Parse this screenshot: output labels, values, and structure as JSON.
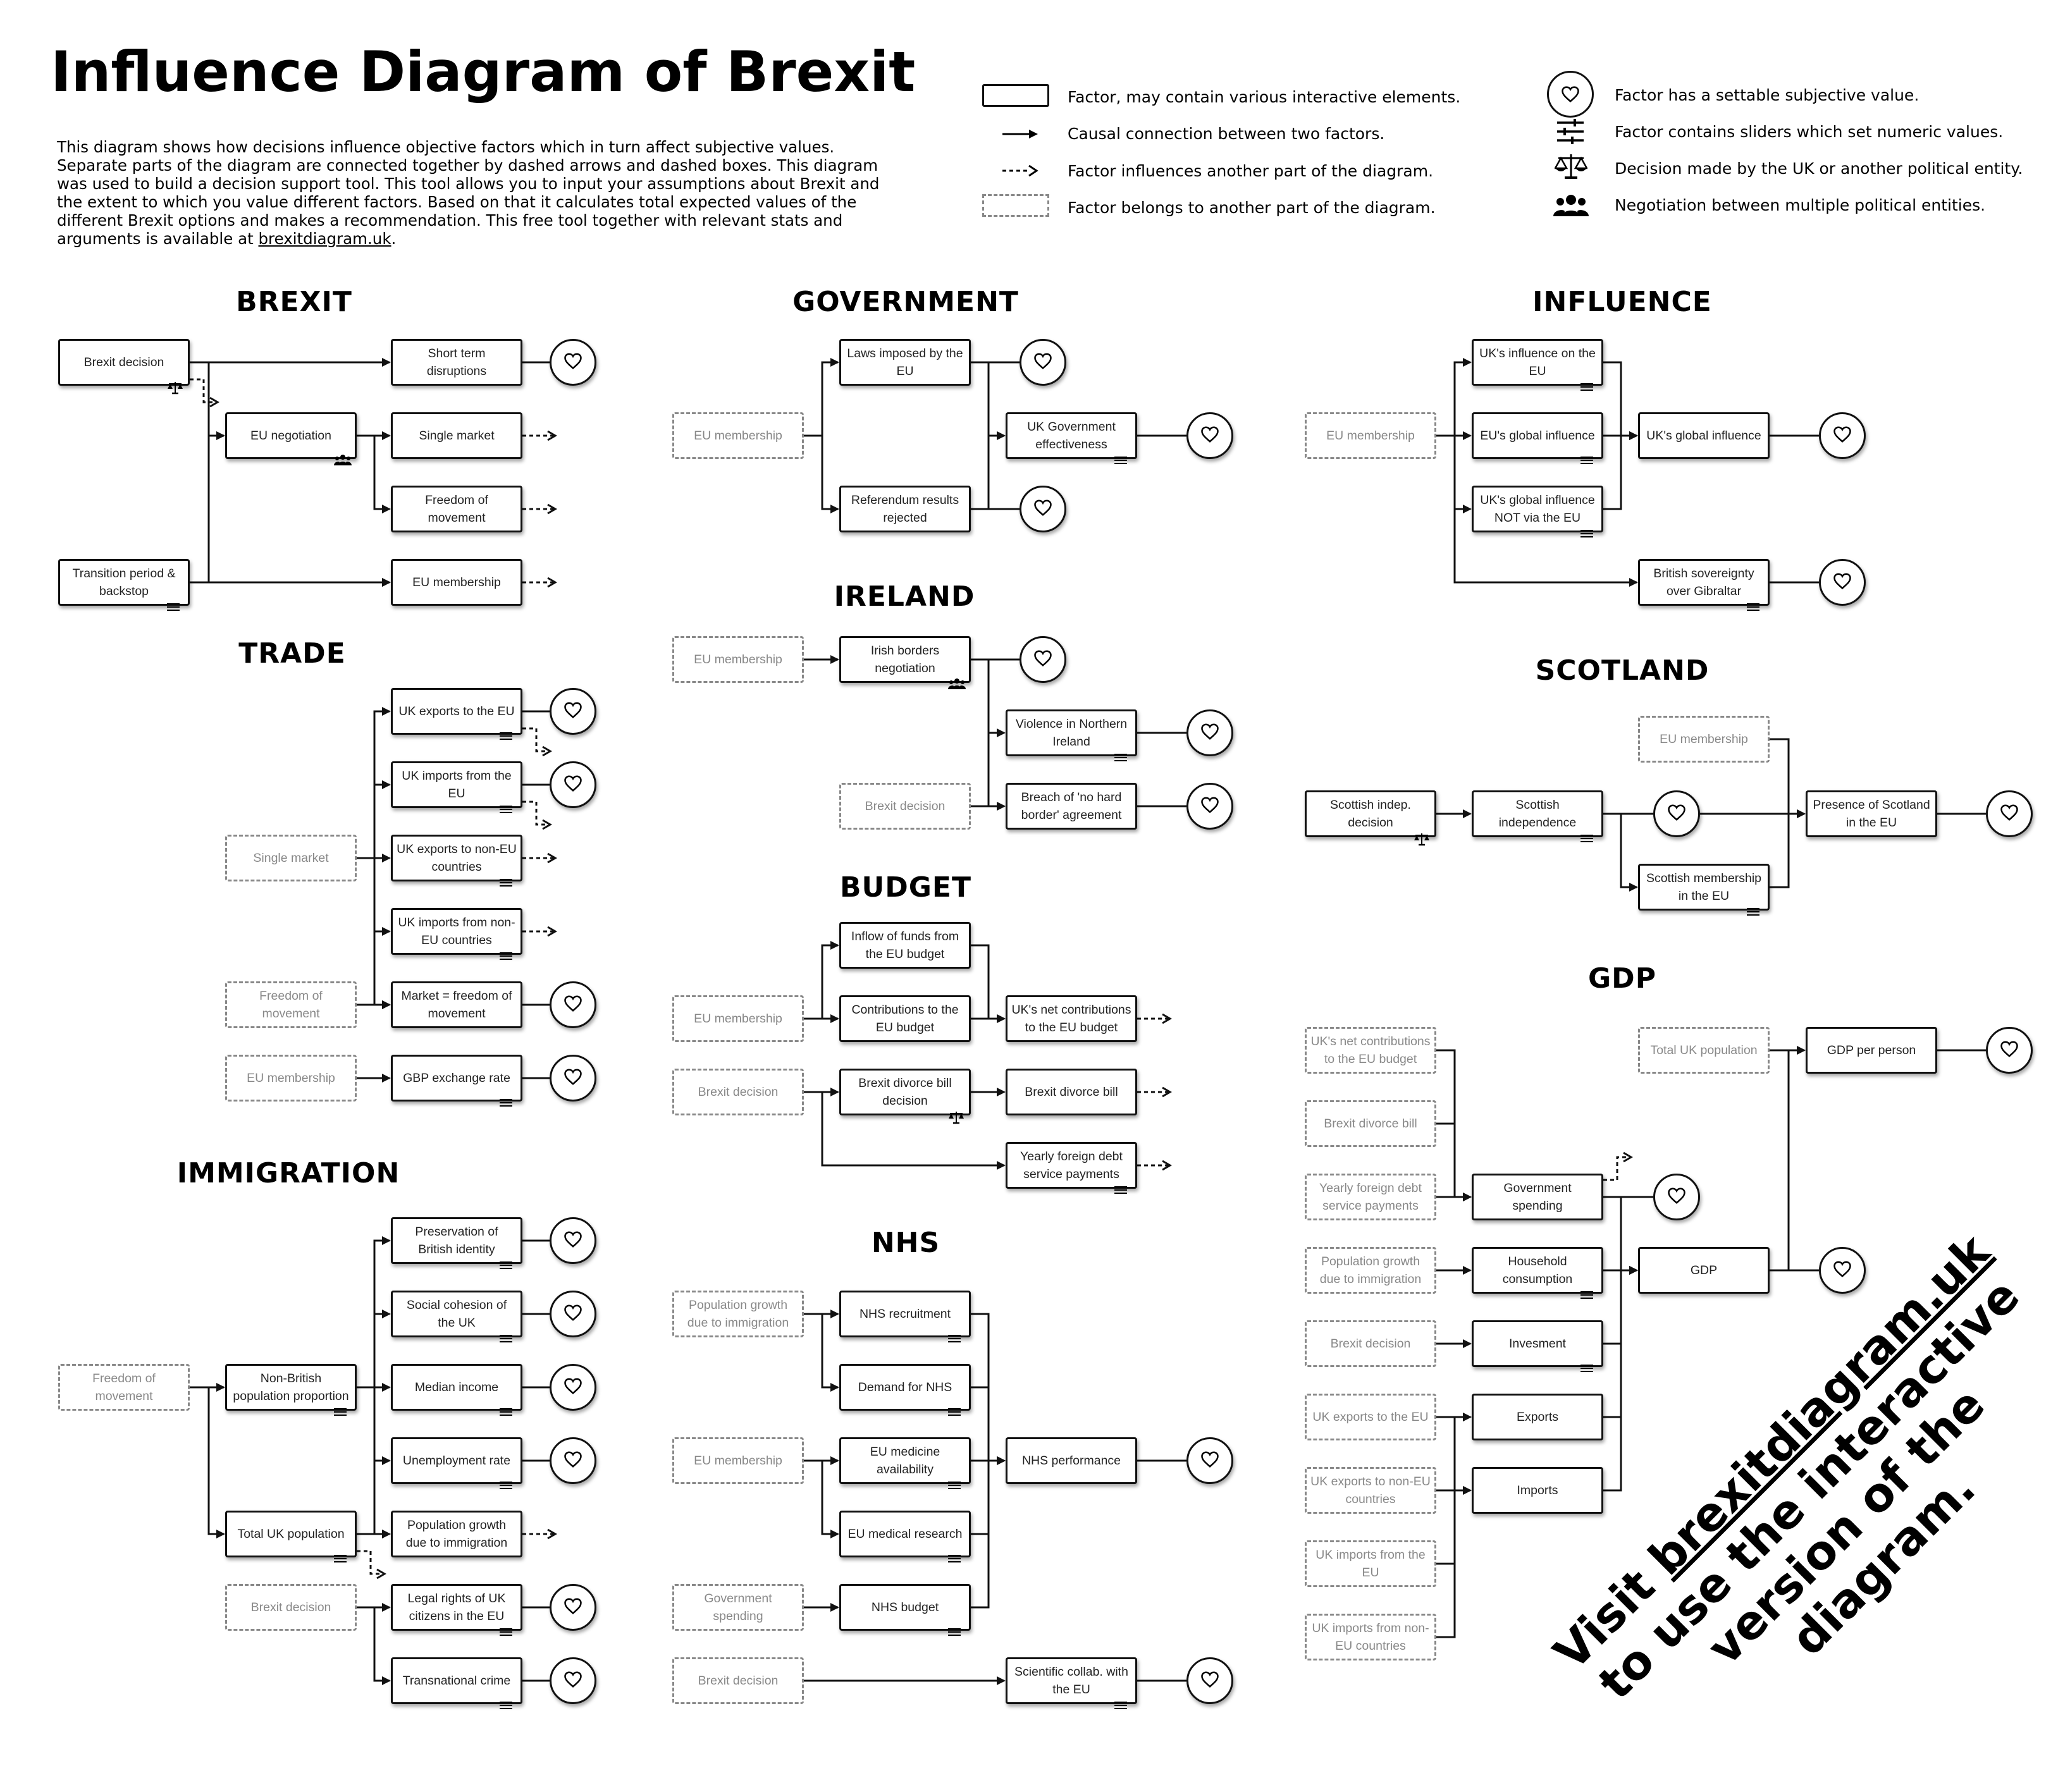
{
  "title": "Influence Diagram of Brexit",
  "intro": {
    "text": "This diagram shows how decisions influence objective factors which in turn affect subjective values. Separate parts of the diagram are connected together by dashed arrows and dashed boxes. This diagram was used to build a decision support tool. This tool allows you to input your assumptions about Brexit and the extent to which you value different factors. Based on that it calculates total expected values of the different Brexit options and makes a recommendation. This free tool together with relevant stats and arguments is available at ",
    "link": "brexitdiagram.uk",
    "end": "."
  },
  "legend": {
    "factor": "Factor, may contain various interactive elements.",
    "causal": "Causal connection between two factors.",
    "influences": "Factor influences another part of the diagram.",
    "belongs": "Factor belongs to another part of the diagram.",
    "value": "Factor has a settable subjective value.",
    "sliders": "Factor contains sliders which set numeric values.",
    "decision": "Decision made by the UK or another political entity.",
    "negotiation": "Negotiation between multiple political entities."
  },
  "sections": {
    "brexit": "BREXIT",
    "government": "GOVERNMENT",
    "influence": "INFLUENCE",
    "trade": "TRADE",
    "ireland": "IRELAND",
    "scotland": "SCOTLAND",
    "budget": "BUDGET",
    "gdp": "GDP",
    "immigration": "IMMIGRATION",
    "nhs": "NHS"
  },
  "nodes": {
    "b_decision": "Brexit decision",
    "b_short": "Short term disruptions",
    "b_negotiation": "EU negotiation",
    "b_single": "Single market",
    "b_freedom": "Freedom of movement",
    "b_transition": "Transition period & backstop",
    "b_eumem": "EU membership",
    "g_eumem": "EU membership",
    "g_laws": "Laws imposed by the EU",
    "g_effect": "UK Government effectiveness",
    "g_referendum": "Referendum results rejected",
    "i_eumem": "EU membership",
    "i_ukinf": "UK's influence on the EU",
    "i_euglobal": "EU's global influence",
    "i_ukglobal": "UK's global influence",
    "i_notvia": "UK's global influence NOT via the EU",
    "i_gibraltar": "British sovereignty over Gibraltar",
    "t_single": "Single market",
    "t_exp_eu": "UK exports to the EU",
    "t_imp_eu": "UK imports from the EU",
    "t_exp_noneu": "UK exports to non-EU countries",
    "t_imp_noneu": "UK imports from non-EU countries",
    "t_freedom": "Freedom of movement",
    "t_market": "Market = freedom of movement",
    "t_eumem": "EU membership",
    "t_gbp": "GBP exchange rate",
    "ir_eumem": "EU membership",
    "ir_borders": "Irish borders negotiation",
    "ir_violence": "Violence in Northern Ireland",
    "ir_decision": "Brexit decision",
    "ir_breach": "Breach of 'no hard border' agreement",
    "s_decision": "Scottish indep. decision",
    "s_indep": "Scottish independence",
    "s_eumem": "EU membership",
    "s_presence": "Presence of Scotland in the EU",
    "s_membership": "Scottish membership in the EU",
    "bu_inflow": "Inflow of funds from the EU budget",
    "bu_eumem": "EU membership",
    "bu_contrib": "Contributions to the EU budget",
    "bu_net": "UK's net contributions to the EU budget",
    "bu_decision": "Brexit decision",
    "bu_divdec": "Brexit divorce bill decision",
    "bu_divbill": "Brexit divorce bill",
    "bu_foreign": "Yearly foreign debt service payments",
    "gd_net": "UK's net contributions to the EU budget",
    "gd_divbill": "Brexit divorce bill",
    "gd_foreign": "Yearly foreign debt service payments",
    "gd_popgrowth": "Population growth due to immigration",
    "gd_decision": "Brexit decision",
    "gd_exp_eu": "UK exports to the EU",
    "gd_exp_noneu": "UK exports to non-EU countries",
    "gd_imp_eu": "UK imports from the EU",
    "gd_imp_noneu": "UK imports from non-EU countries",
    "gd_govspend": "Government spending",
    "gd_household": "Household consumption",
    "gd_invest": "Invesment",
    "gd_exports": "Exports",
    "gd_imports": "Imports",
    "gd_gdp": "GDP",
    "gd_totalpop": "Total UK population",
    "gd_perperson": "GDP per person",
    "im_freedom": "Freedom of movement",
    "im_nonbrit": "Non-British population proportion",
    "im_totalpop": "Total UK population",
    "im_decision": "Brexit decision",
    "im_identity": "Preservation of British identity",
    "im_cohesion": "Social cohesion of the UK",
    "im_income": "Median income",
    "im_unemp": "Unemployment rate",
    "im_popgrowth": "Population growth due to immigration",
    "im_legal": "Legal rights of UK citizens in the EU",
    "im_crime": "Transnational crime",
    "n_popgrowth": "Population growth due to immigration",
    "n_recruit": "NHS recruitment",
    "n_demand": "Demand for NHS",
    "n_eumem": "EU membership",
    "n_medicine": "EU medicine availability",
    "n_research": "EU medical research",
    "n_perf": "NHS performance",
    "n_govspend": "Government spending",
    "n_budget": "NHS budget",
    "n_decision": "Brexit decision",
    "n_scicollab": "Scientific collab. with the EU"
  },
  "watermark": {
    "line1": "Visit brexitdiagram.uk",
    "line2": "to use the interactive",
    "line3": "version of the",
    "line4": "diagram."
  }
}
